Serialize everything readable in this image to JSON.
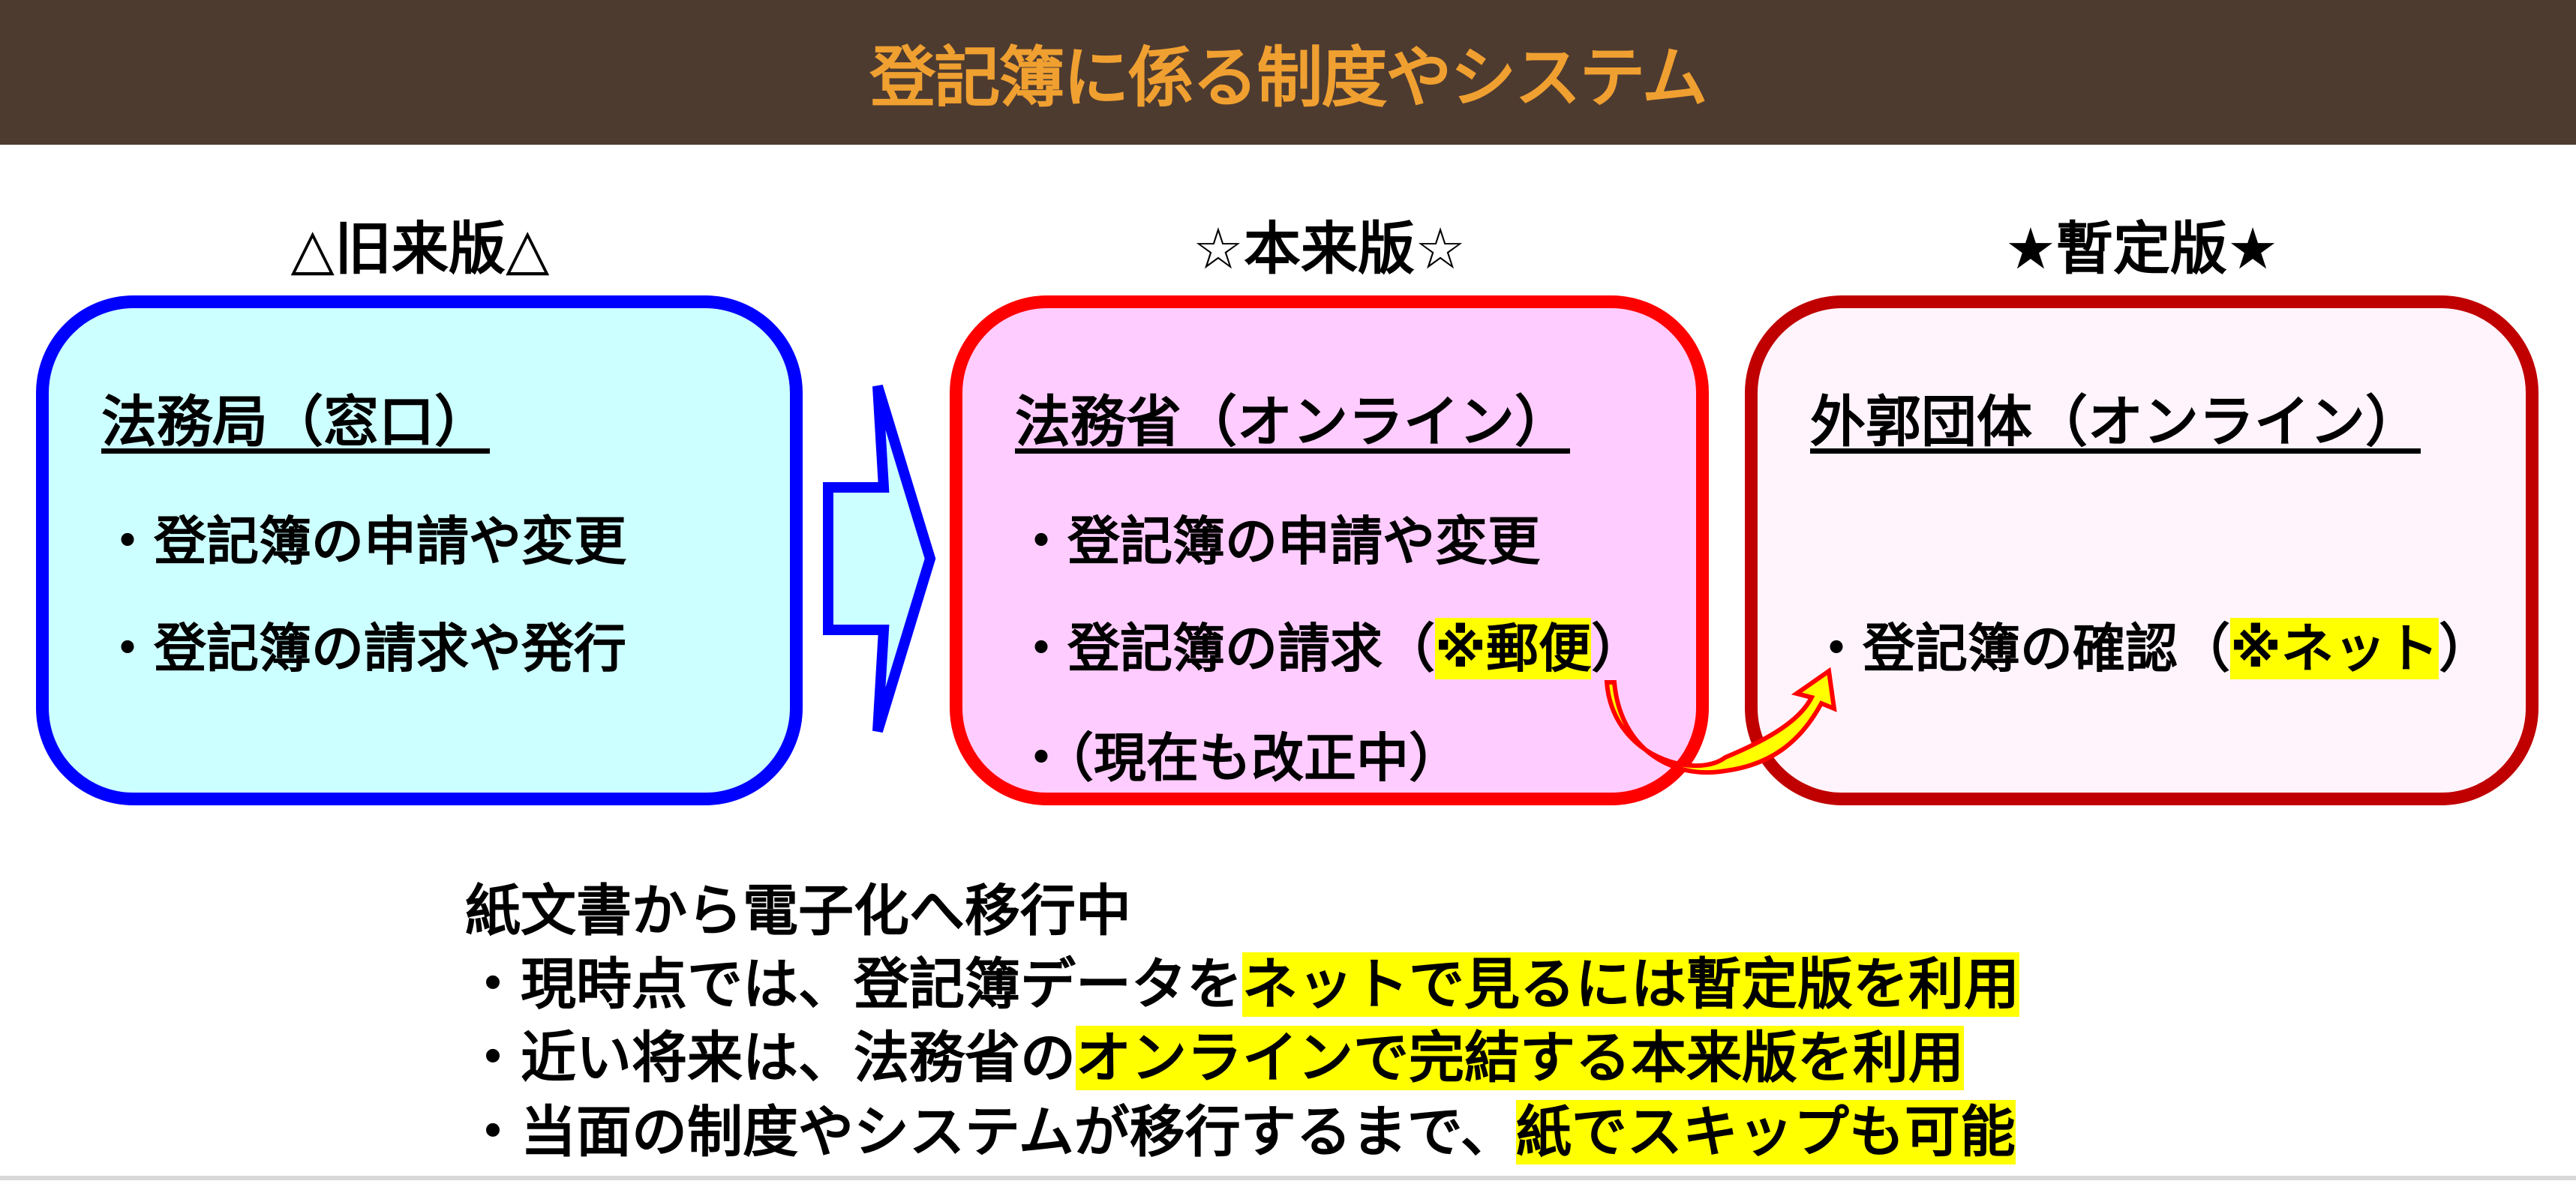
{
  "title": "登記簿に係る制度やシステム",
  "colors": {
    "header_bg": "#4E3B30",
    "title": "#F0A030",
    "old_border": "#0000FF",
    "old_fill": "#CCFFFF",
    "main_border": "#FF0000",
    "main_fill": "#FFCCFF",
    "temp_border": "#C00000",
    "temp_fill": "#FFF4FC",
    "highlight": "#FFFF00"
  },
  "columns": [
    {
      "heading": "△旧来版△",
      "box_title": "法務局（窓口）",
      "items": [
        "・登記簿の申請や変更",
        "・登記簿の請求や発行"
      ]
    },
    {
      "heading": "☆本来版☆",
      "box_title": "法務省（オンライン）",
      "items": [
        "・登記簿の申請や変更",
        "・登記簿の請求（",
        "※郵便",
        "）",
        "・（現在も改正中）"
      ]
    },
    {
      "heading": "★暫定版★",
      "box_title": "外郭団体（オンライン）",
      "items": [
        "・登記簿の確認（",
        "※ネット",
        "）"
      ]
    }
  ],
  "summary": {
    "heading": "紙文書から電子化へ移行中",
    "lines": [
      {
        "plain": "・現時点では、登記簿データを",
        "highlight": "ネットで見るには暫定版を利用"
      },
      {
        "plain": "・近い将来は、法務省の",
        "highlight": "オンラインで完結する本来版を利用"
      },
      {
        "plain": "・当面の制度やシステムが移行するまで、",
        "highlight": "紙でスキップも可能"
      }
    ]
  }
}
